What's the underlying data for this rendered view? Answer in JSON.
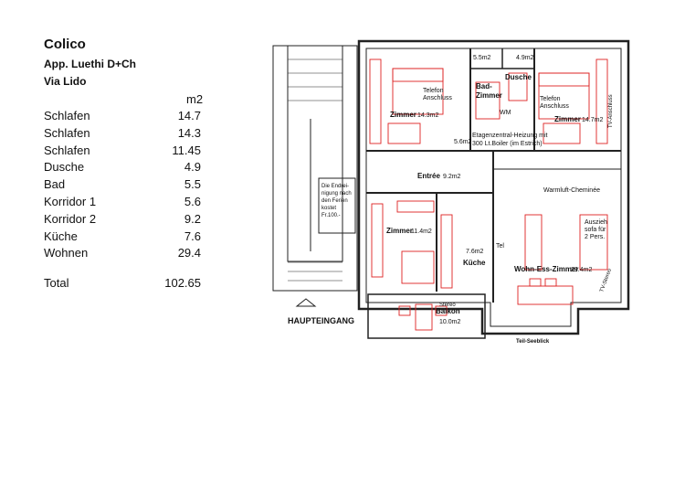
{
  "header": {
    "title": "Colico",
    "subtitle1": "App. Luethi D+Ch",
    "subtitle2": "Via Lido"
  },
  "areas": {
    "unit": "m2",
    "rows": [
      {
        "room": "Schlafen",
        "area": "14.7"
      },
      {
        "room": "Schlafen",
        "area": "14.3"
      },
      {
        "room": "Schlafen",
        "area": "11.45"
      },
      {
        "room": "Dusche",
        "area": "4.9"
      },
      {
        "room": "Bad",
        "area": "5.5"
      },
      {
        "room": "Korridor 1",
        "area": "5.6"
      },
      {
        "room": "Korridor 2",
        "area": "9.2"
      },
      {
        "room": "Küche",
        "area": "7.6"
      },
      {
        "room": "Wohnen",
        "area": "29.4"
      }
    ],
    "total_label": "Total",
    "total_value": "102.65"
  },
  "plan": {
    "labels": {
      "bath_area": "5.5m2",
      "shower_area": "4.9m2",
      "bath": "Bad-",
      "bath2": "Zimmer",
      "shower": "Dusche",
      "wm": "WM",
      "tel1": "Telefon",
      "tel1b": "Anschluss",
      "tel2": "Telefon",
      "tel2b": "Anschluss",
      "room1": "Zimmer",
      "room1_area": "14.3m2",
      "room2": "Zimmer",
      "room2_area": "14.7m2",
      "corr_area": "5.6m2",
      "heating1": "Etagenzentral-Heizung mit",
      "heating2": "300 Lt.Boiler (im Estrich)",
      "tvanschluss": "TV-Anschluss",
      "note1": "Die Endrei-",
      "note2": "nigung nach",
      "note3": "den Ferien",
      "note4": "kostet",
      "note5": "Fr.100.-",
      "entree": "Entrée",
      "entree_area": "9.2m2",
      "fireplace": "Warmluft-Cheminée",
      "room3": "Zimmer",
      "room3_area": "11.4m2",
      "kitchen_area": "7.6m2",
      "kitchen": "Küche",
      "tel3": "Tel",
      "sofa1": "Auszieh",
      "sofa2": "sofa für",
      "sofa3": "2 Pers.",
      "living": "Wohn-Ess-Zimmer",
      "living_area": "29.4m2",
      "tvstereo": "TV-Stereo",
      "stereo": "Stereo",
      "balcony": "Balkon",
      "balcony_area": "10.0m2",
      "entrance": "HAUPTEINGANG",
      "lakeview": "Teil-Seeblick"
    }
  }
}
